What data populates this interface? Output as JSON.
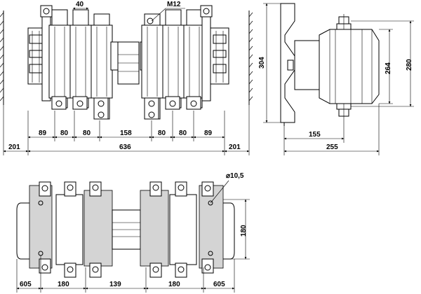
{
  "drawing": {
    "front_view": {
      "label_thread": "M12",
      "pitch_dim": "40",
      "horizontal_dims": [
        "89",
        "80",
        "80",
        "158",
        "80",
        "80",
        "89"
      ],
      "overall_dims": {
        "left": "201",
        "center": "636",
        "right": "201"
      }
    },
    "side_view": {
      "vertical_dims": {
        "total": "304",
        "inner": "264",
        "mounting": "280"
      },
      "horizontal_dims": {
        "bottom_first": "155",
        "bottom_second": "255"
      }
    },
    "top_view": {
      "hole_label": "⌀10,5",
      "height_dim": "180",
      "horizontal_dims": [
        "605",
        "180",
        "139",
        "180",
        "605"
      ]
    }
  }
}
